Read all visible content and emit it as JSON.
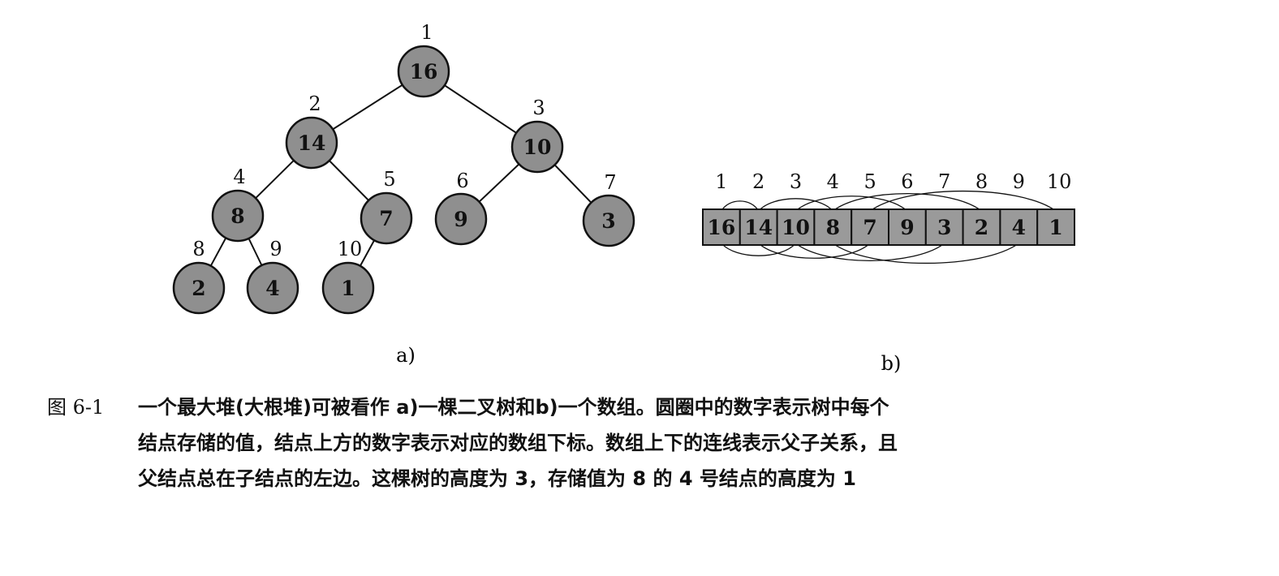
{
  "tree": {
    "nodes": [
      {
        "index": "1",
        "value": "16"
      },
      {
        "index": "2",
        "value": "14"
      },
      {
        "index": "3",
        "value": "10"
      },
      {
        "index": "4",
        "value": "8"
      },
      {
        "index": "5",
        "value": "7"
      },
      {
        "index": "6",
        "value": "9"
      },
      {
        "index": "7",
        "value": "3"
      },
      {
        "index": "8",
        "value": "2"
      },
      {
        "index": "9",
        "value": "4"
      },
      {
        "index": "10",
        "value": "1"
      }
    ],
    "edges": [
      [
        1,
        2
      ],
      [
        1,
        3
      ],
      [
        2,
        4
      ],
      [
        2,
        5
      ],
      [
        3,
        6
      ],
      [
        3,
        7
      ],
      [
        4,
        8
      ],
      [
        4,
        9
      ],
      [
        5,
        10
      ]
    ],
    "label": "a)"
  },
  "array": {
    "indices": [
      "1",
      "2",
      "3",
      "4",
      "5",
      "6",
      "7",
      "8",
      "9",
      "10"
    ],
    "values": [
      "16",
      "14",
      "10",
      "8",
      "7",
      "9",
      "3",
      "2",
      "4",
      "1"
    ],
    "label": "b)"
  },
  "colors": {
    "node_fill": "#8f8f8f",
    "cell_fill": "#9a9a9a",
    "stroke": "#111111"
  },
  "caption": {
    "number": "图 6-1",
    "lines": [
      "一个最大堆(大根堆)可被看作 a)一棵二叉树和b)一个数组。圆圈中的数字表示树中每个",
      "结点存储的值，结点上方的数字表示对应的数组下标。数组上下的连线表示父子关系，且",
      "父结点总在子结点的左边。这棵树的高度为 3，存储值为 8 的 4 号结点的高度为 1"
    ]
  }
}
